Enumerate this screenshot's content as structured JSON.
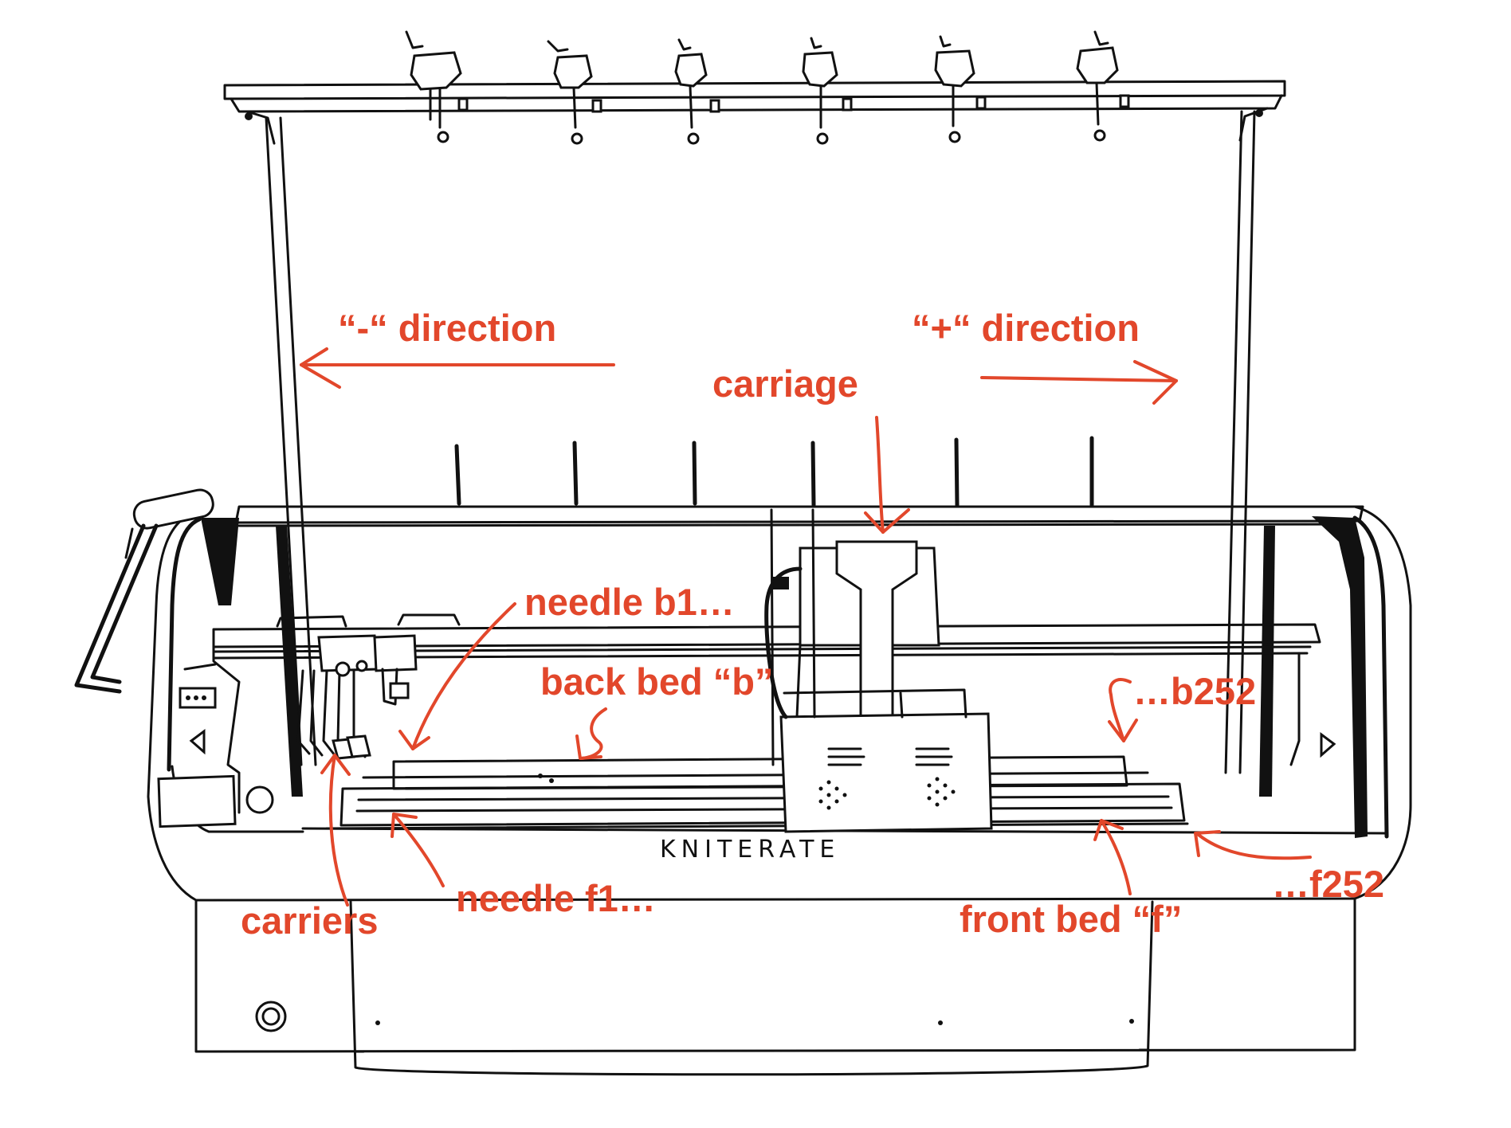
{
  "colors": {
    "annotation": "#e2472b",
    "drawing": "#111111",
    "background": "#ffffff"
  },
  "brand": "KNITERATE",
  "labels": {
    "minus_direction": "“-“ direction",
    "plus_direction": "“+“ direction",
    "carriage": "carriage",
    "needle_b1": "needle b1…",
    "back_bed": "back bed “b”",
    "b252": "…b252",
    "needle_f1": "needle f1…",
    "carriers": "carriers",
    "front_bed": "front bed “f”",
    "f252": "…f252"
  }
}
